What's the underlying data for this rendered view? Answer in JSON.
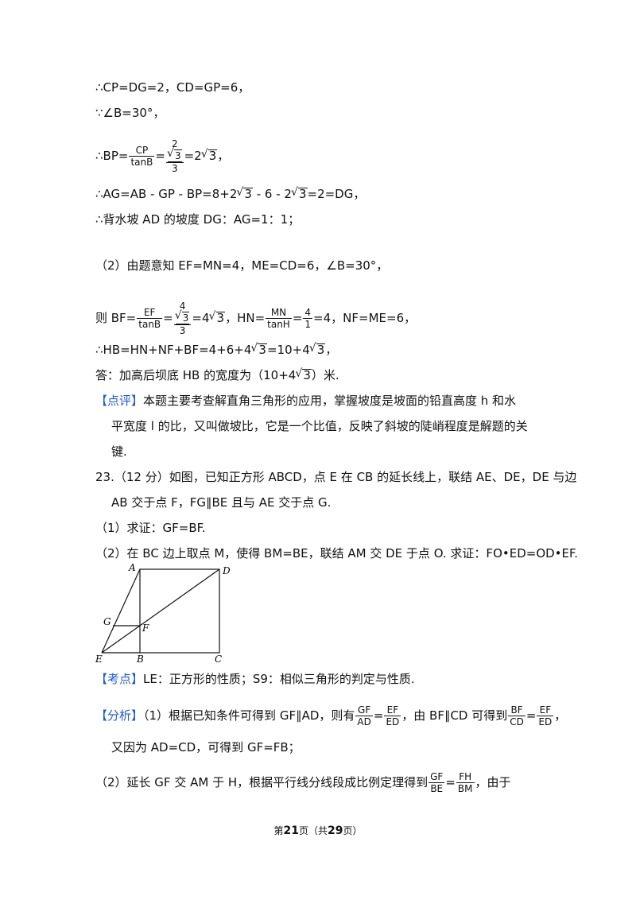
{
  "p1": {
    "l1": "∴CP=DG=2，CD=GP=6，",
    "l2": "∵∠B=30°，",
    "l3_a": "∴BP=",
    "l3_cp": "CP",
    "l3_tanb": "tanB",
    "l3_two": "2",
    "l3_r3": "3",
    "l3_three": "3",
    "l3_b": "=2",
    "l3_r3b": "3",
    "l3_c": "，",
    "l4_a": "∴AG=AB - GP - BP=8+2",
    "l4_r1": "3",
    "l4_b": " - 6 - 2",
    "l4_r2": "3",
    "l4_c": "=2=DG，",
    "l5": "∴背水坡 AD 的坡度 DG：AG=1：1；"
  },
  "p2": {
    "l1": "（2）由题意知 EF=MN=4，ME=CD=6，∠B=30°，",
    "l2_a": "则 BF=",
    "l2_ef": "EF",
    "l2_tanb": "tanB",
    "l2_four": "4",
    "l2_r3": "3",
    "l2_three": "3",
    "l2_b": "=4",
    "l2_r3b": "3",
    "l2_c": "，HN=",
    "l2_mn": "MN",
    "l2_tanh": "tanH",
    "l2_f4": "4",
    "l2_f1": "1",
    "l2_d": "=4，NF=ME=6，",
    "l3_a": "∴HB=HN+NF+BF=4+6+4",
    "l3_r1": "3",
    "l3_b": "=10+4",
    "l3_r2": "3",
    "l3_c": "，",
    "l4_a": "答：加高后坝底 HB 的宽度为（10+4",
    "l4_r": "3",
    "l4_b": "）米."
  },
  "comment": {
    "tag": "【点评】",
    "l1": "本题主要考查解直角三角形的应用，掌握坡度是坡面的铅直高度 h 和水",
    "l2": "平宽度 l 的比，又叫做坡比，它是一个比值，反映了斜坡的陡峭程度是解题的关",
    "l3": "键."
  },
  "q23": {
    "l1": "23.（12 分）如图，已知正方形 ABCD，点 E 在 CB 的延长线上，联结 AE、DE，DE 与边",
    "l2": "AB 交于点 F，FG∥BE 且与 AE 交于点 G.",
    "l3": "（1）求证：GF=BF.",
    "l4": "（2）在 BC 边上取点 M，使得 BM=BE，联结 AM 交 DE 于点 O. 求证：FO•ED=OD•EF."
  },
  "figure": {
    "A": "A",
    "B": "B",
    "C": "C",
    "D": "D",
    "E": "E",
    "F": "F",
    "G": "G"
  },
  "kaodian": {
    "tag": "【考点】",
    "text": "LE：正方形的性质；S9：相似三角形的判定与性质."
  },
  "fenxi": {
    "tag": "【分析】",
    "l1_a": "（1）根据已知条件可得到 GF∥AD，则有",
    "l1_gf": "GF",
    "l1_ad": "AD",
    "l1_ef": "EF",
    "l1_ed": "ED",
    "l1_b": "，由 BF∥CD 可得到",
    "l1_bf": "BF",
    "l1_cd": "CD",
    "l1_ef2": "EF",
    "l1_ed2": "ED",
    "l1_c": "，",
    "l2": "又因为 AD=CD，可得到 GF=FB；",
    "l3_a": "（2）延长 GF 交 AM 于 H，根据平行线分线段成比例定理得到",
    "l3_gf": "GF",
    "l3_be": "BE",
    "l3_fh": "FH",
    "l3_bm": "BM",
    "l3_b": "，由于"
  },
  "footer": {
    "pre": "第",
    "page": "21",
    "mid": "页（共",
    "total": "29",
    "post": "页）"
  }
}
